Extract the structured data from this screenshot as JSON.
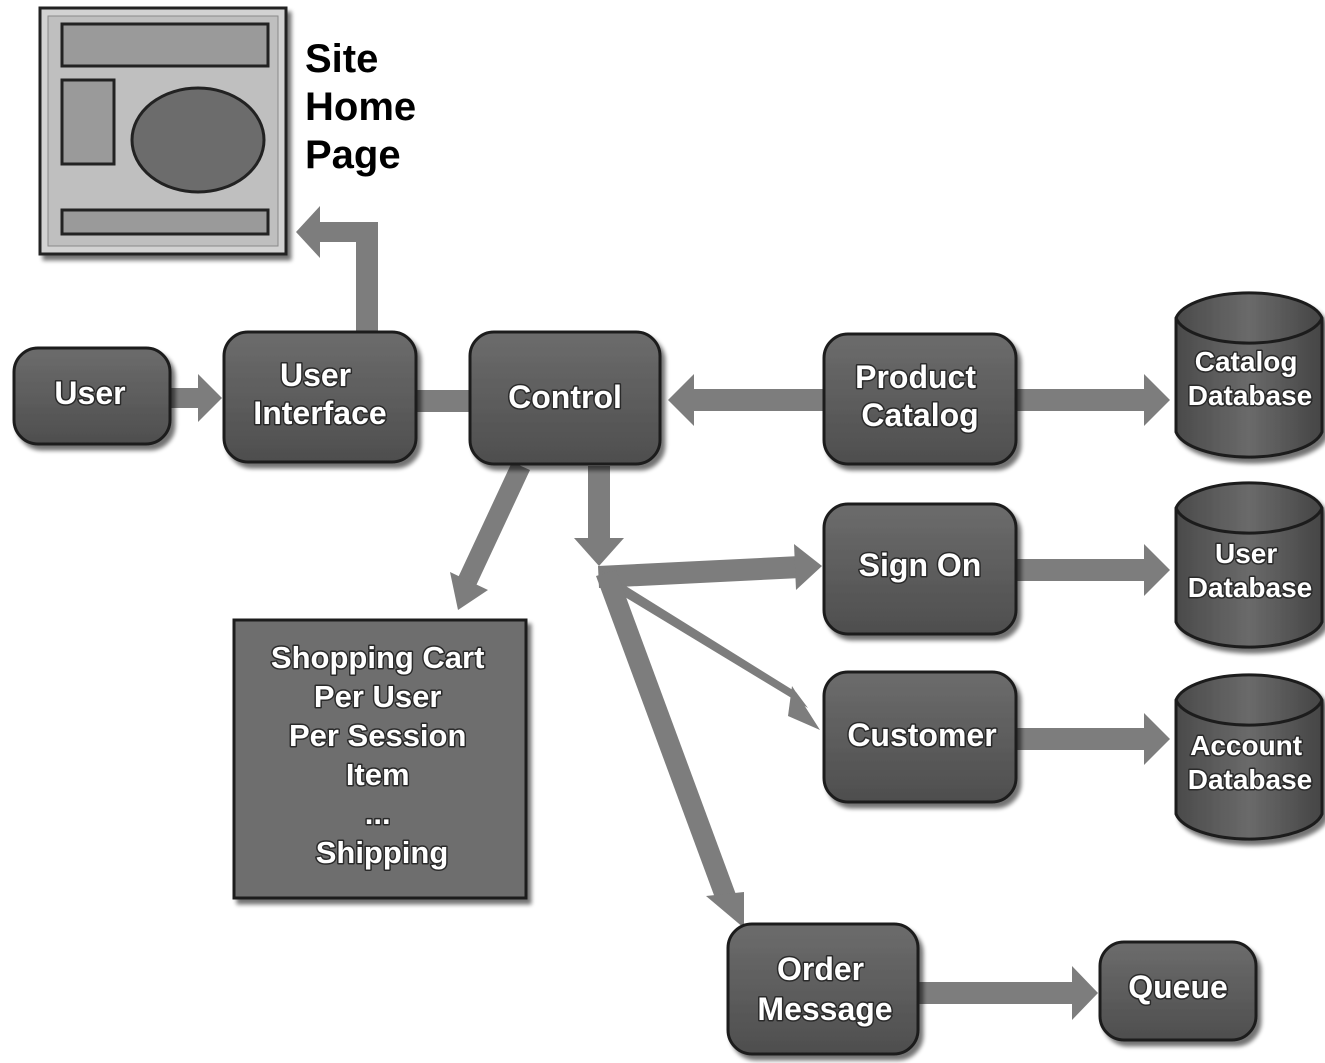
{
  "site_home_page": {
    "title_lines": [
      "Site",
      "Home",
      "Page"
    ]
  },
  "nodes": {
    "user": [
      "User"
    ],
    "user_interface": [
      "User",
      "Interface"
    ],
    "control": [
      "Control"
    ],
    "product_catalog": [
      "Product",
      "Catalog"
    ],
    "sign_on": [
      "Sign On"
    ],
    "customer": [
      "Customer"
    ],
    "order_message": [
      "Order",
      "Message"
    ],
    "queue": [
      "Queue"
    ],
    "catalog_database": [
      "Catalog",
      "Database"
    ],
    "user_database": [
      "User",
      "Database"
    ],
    "account_database": [
      "Account",
      "Database"
    ]
  },
  "shopping_cart": {
    "lines": [
      "Shopping Cart",
      "Per User",
      "Per Session",
      "Item",
      "...",
      "Shipping"
    ]
  },
  "colors": {
    "box_fill": "#5a5a5a",
    "box_border": "#1e1e1e",
    "arrow": "#7d7d7d",
    "cart_fill": "#6e6e6e",
    "page_frame": "#cfcfcf",
    "page_widget": "#9a9a9a"
  }
}
